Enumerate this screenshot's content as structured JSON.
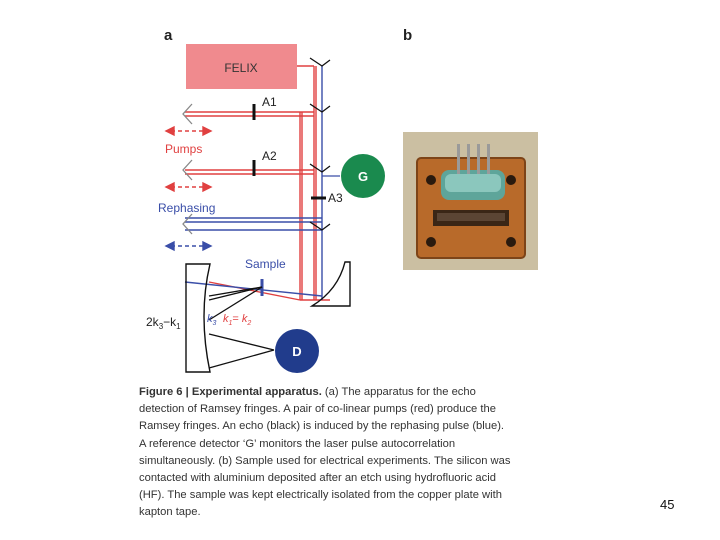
{
  "panels": {
    "a_label": "a",
    "b_label": "b"
  },
  "diagram": {
    "felix": "FELIX",
    "a1": "A1",
    "a2": "A2",
    "a3": "A3",
    "pumps": "Pumps",
    "rephasing": "Rephasing",
    "sample": "Sample",
    "g_detector": "G",
    "d_detector": "D",
    "echo_label_main": "2k",
    "echo_label_sub1": "3",
    "echo_label_mid": "−k",
    "echo_label_sub2": "1",
    "k3_main": "k",
    "k3_sub": "3",
    "k1_main": "k",
    "k1_sub": "1",
    "eq": "= ",
    "k2_main": "k",
    "k2_sub": "2",
    "colors": {
      "pump_red": "#e04040",
      "rephase_blue": "#3a4ea8",
      "felix_pink": "#f08a8e",
      "g_green": "#1a8a4e",
      "d_navy": "#213c8c"
    }
  },
  "photo": {
    "icon": "copper-plate-sample-photo"
  },
  "caption": {
    "title": "Figure 6 | Experimental apparatus.",
    "line1": " (a) The apparatus for the echo",
    "line2": "detection of Ramsey fringes. A pair of co-linear pumps (red) produce the",
    "line3": "Ramsey fringes. An echo (black) is induced by the rephasing pulse (blue).",
    "line4": "A reference detector ‘G’ monitors the laser pulse autocorrelation",
    "line5": "simultaneously. (b) Sample used for electrical experiments. The silicon was",
    "line6": "contacted with aluminium deposited after an etch using hydrofluoric acid",
    "line7": "(HF). The sample was kept electrically isolated from the copper plate with",
    "line8": "kapton tape."
  },
  "page_number": "45"
}
